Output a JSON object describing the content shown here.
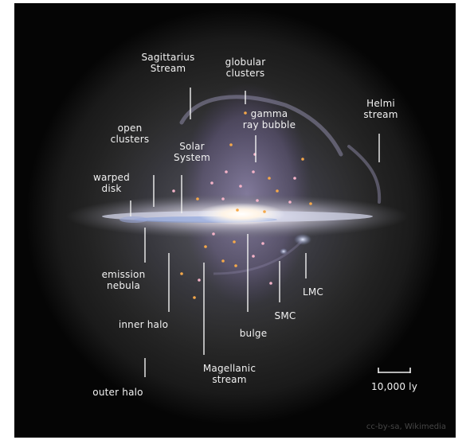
{
  "labels": {
    "sagittarius_stream": "Sagittarius\nStream",
    "globular_clusters": "globular\nclusters",
    "gamma_ray_bubble": "gamma\nray bubble",
    "helmi_stream": "Helmi\nstream",
    "open_clusters": "open\nclusters",
    "solar_system": "Solar\nSystem",
    "warped_disk": "warped\ndisk",
    "emission_nebula": "emission\nnebula",
    "lmc": "LMC",
    "smc": "SMC",
    "inner_halo": "inner halo",
    "bulge": "bulge",
    "magellanic_stream": "Magellanic\nstream",
    "outer_halo": "outer halo",
    "scale": "10,000 ly"
  },
  "credit": "cc-by-sa, Wikimedia",
  "colors": {
    "background": "#050505",
    "halo": "#2a2a2a",
    "label": "#f2f2f2",
    "star_orange": "#f5a84a",
    "star_pink": "#f4b3c8",
    "bubble": "#8a7ab0"
  }
}
